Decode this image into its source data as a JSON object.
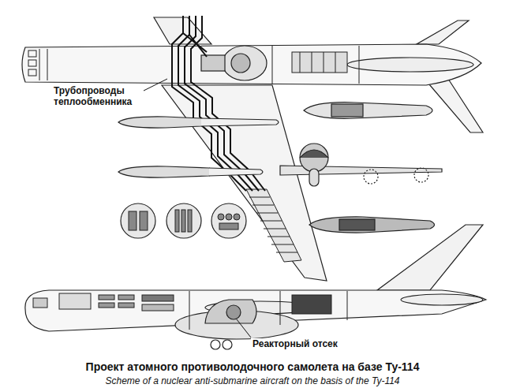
{
  "diagram": {
    "title": "Проект атомного противолодочного самолета на базе Ту-114",
    "caption": "Scheme of a nuclear anti-submarine aircraft on the basis of the Ty-114",
    "labels": [
      "Трубопроводы теплообменника",
      "Реакторный отсек"
    ]
  }
}
